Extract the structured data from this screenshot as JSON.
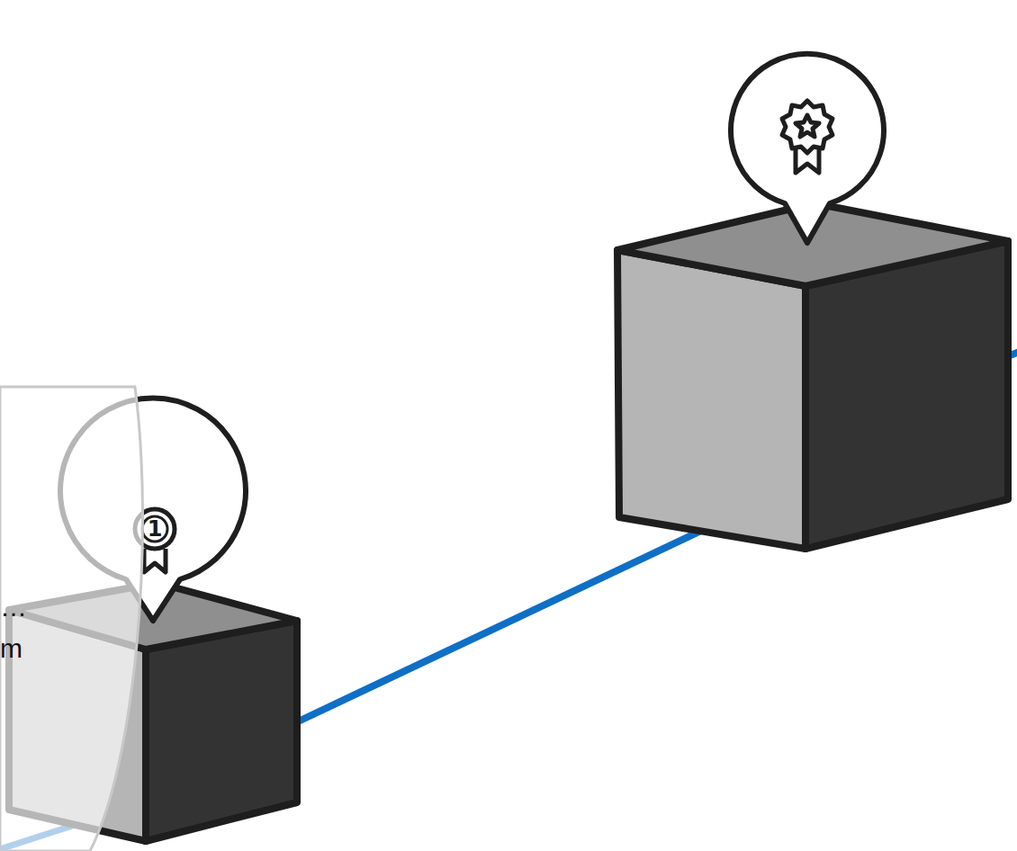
{
  "diagram": {
    "nodes": [
      {
        "text": [
          "1"
        ]
      }
    ],
    "labels": [
      "…",
      "m"
    ]
  }
}
